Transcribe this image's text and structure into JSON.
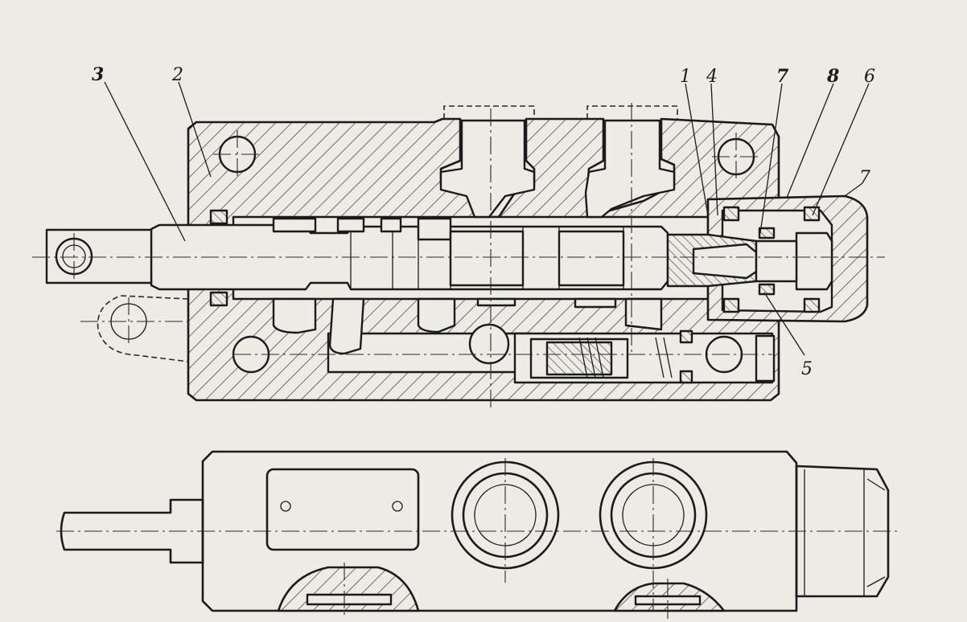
{
  "callouts": [
    {
      "id": "label-3",
      "text": "3"
    },
    {
      "id": "label-2",
      "text": "2"
    },
    {
      "id": "label-1",
      "text": "1"
    },
    {
      "id": "label-4",
      "text": "4"
    },
    {
      "id": "label-7a",
      "text": "7"
    },
    {
      "id": "label-8",
      "text": "8"
    },
    {
      "id": "label-6",
      "text": "6"
    },
    {
      "id": "label-7b",
      "text": "7"
    },
    {
      "id": "label-5",
      "text": "5"
    }
  ],
  "colors": {
    "paper": "#ecebe6",
    "ink": "#1b1b1b"
  }
}
